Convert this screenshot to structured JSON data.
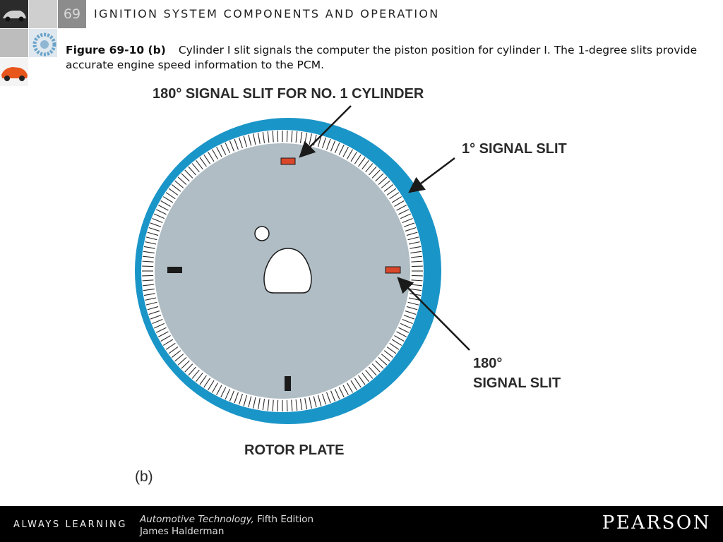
{
  "header": {
    "chapter_number": "69",
    "chapter_title": "IGNITION SYSTEM COMPONENTS AND OPERATION"
  },
  "caption": {
    "figure_label": "Figure 69-10 (b)",
    "text": "Cylinder I slit signals the computer the piston position for cylinder I. The 1-degree slits provide accurate engine speed information to the PCM."
  },
  "diagram": {
    "label_top": "180° SIGNAL SLIT FOR NO. 1 CYLINDER",
    "label_1deg": "1° SIGNAL SLIT",
    "label_180_line1": "180°",
    "label_180_line2": "SIGNAL SLIT",
    "label_rotor": "ROTOR PLATE",
    "label_sub": "(b)",
    "colors": {
      "outer_ring": "#1a95c8",
      "plate": "#b0bdc5",
      "slit_red": "#d9472b",
      "slit_black": "#1a1a1a"
    }
  },
  "footer": {
    "tagline": "ALWAYS LEARNING",
    "book_title": "Automotive Technology,",
    "edition": "Fifth Edition",
    "author": "James Halderman",
    "publisher": "PEARSON"
  }
}
